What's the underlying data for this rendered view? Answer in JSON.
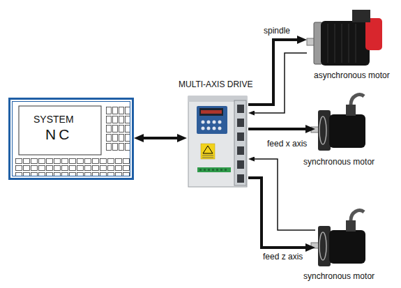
{
  "diagram": {
    "nodes": [
      {
        "text": [
          "SYSTEM",
          "NC"
        ]
      },
      {
        "text": [
          "MULTI-AXIS DRIVE"
        ]
      },
      {
        "text": [
          "asynchronous motor"
        ]
      },
      {
        "text": [
          "synchronous motor"
        ]
      },
      {
        "text": [
          "synchronous motor"
        ]
      }
    ],
    "edges": [
      {
        "from": 0,
        "to": 1,
        "arrow": "both"
      },
      {
        "from": 1,
        "to": 2,
        "label": "spindle",
        "arrow": "to"
      },
      {
        "from": 2,
        "to": 1,
        "arrow": "to"
      },
      {
        "from": 1,
        "to": 3,
        "label": "feed x axis",
        "arrow": "to"
      },
      {
        "from": 1,
        "to": 4,
        "label": "feed z axis",
        "arrow": "to"
      },
      {
        "from": 4,
        "to": 1,
        "arrow": "to"
      }
    ]
  }
}
